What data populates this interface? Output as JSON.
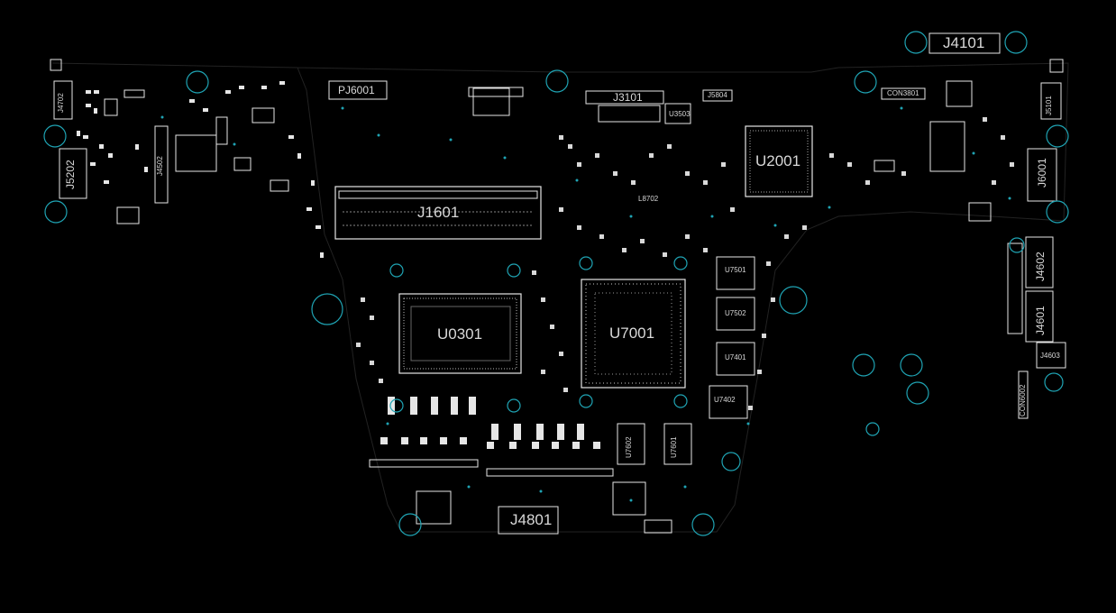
{
  "board": {
    "background": "#000000",
    "trace_color": "#e6e6e6",
    "hole_color": "#1fa4b4",
    "pad_color": "#ffffff"
  },
  "labels": {
    "j1601": "J1601",
    "u0301": "U0301",
    "u7001": "U7001",
    "u2001": "U2001",
    "j4101": "J4101",
    "pj6001": "PJ6001",
    "j3101": "J3101",
    "j4801": "J4801",
    "j5202": "J5202",
    "j4502": "J4502",
    "j4702": "J4702",
    "j6001": "J6001",
    "j4602": "J4602",
    "j4601": "J4601",
    "j4603": "J4603",
    "j5101": "J5101",
    "u7501": "U7501",
    "u7502": "U7502",
    "u7401": "U7401",
    "u7402": "U7402",
    "u7601": "U7601",
    "u7602": "U7602",
    "con3801": "CON3801",
    "j5804": "J5804",
    "u3503": "U3503",
    "l8702": "L8702",
    "con6002": "CON6002"
  }
}
